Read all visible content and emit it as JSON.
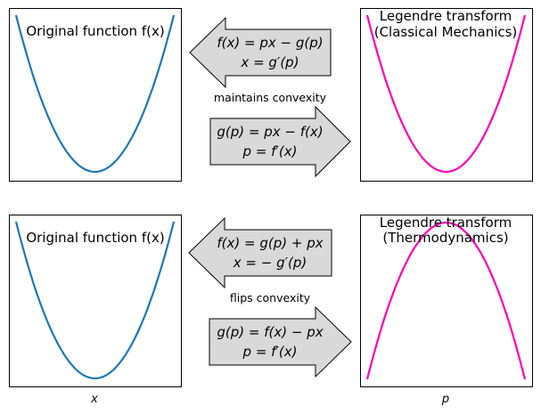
{
  "panels": [
    {
      "title": "Original function f(x)",
      "shape": "convex",
      "color": "#1f77b4"
    },
    {
      "title_lines": [
        "Legendre transform",
        "(Classical Mechanics)"
      ],
      "shape": "convex",
      "color": "#ff00b4"
    },
    {
      "title": "Original function f(x)",
      "shape": "convex",
      "color": "#1f77b4",
      "xlabel": "x"
    },
    {
      "title_lines": [
        "Legendre transform",
        "(Thermodynamics)"
      ],
      "shape": "concave",
      "color": "#ff00b4",
      "xlabel": "p"
    }
  ],
  "top": {
    "back_arrow": [
      "f(x) = px − g(p)",
      "x = g′(p)"
    ],
    "note": "maintains convexity",
    "forward_arrow": [
      "g(p) = px − f(x)",
      "p = f′(x)"
    ]
  },
  "bottom": {
    "back_arrow": [
      "f(x) = g(p) + px",
      "x = − g′(p)"
    ],
    "note": "flips convexity",
    "forward_arrow": [
      "g(p) = f(x) − px",
      "p = f′(x)"
    ]
  }
}
